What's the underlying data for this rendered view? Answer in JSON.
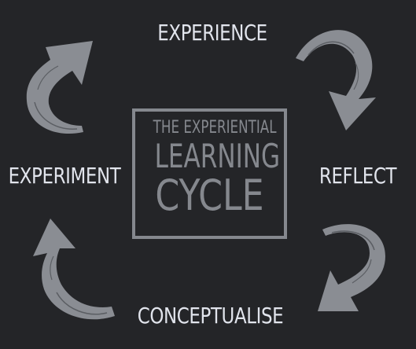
{
  "diagram": {
    "center": {
      "line1": "THE EXPERIENTIAL",
      "line2": "LEARNING",
      "line3": "CYCLE"
    },
    "stages": {
      "experience": "EXPERIENCE",
      "reflect": "REFLECT",
      "conceptualise": "CONCEPTUALISE",
      "experiment": "EXPERIMENT"
    },
    "colors": {
      "background": "#242528",
      "label_text": "#e1e4ec",
      "center_text": "#85888e",
      "arrow_fill": "#8a8d93",
      "arrow_stroke_detail": "#5b5e63"
    },
    "icons": {
      "arrow_top_right": "curved-arrow-icon",
      "arrow_bottom_right": "curved-arrow-icon",
      "arrow_bottom_left": "curved-arrow-icon",
      "arrow_top_left": "curved-arrow-icon"
    }
  }
}
